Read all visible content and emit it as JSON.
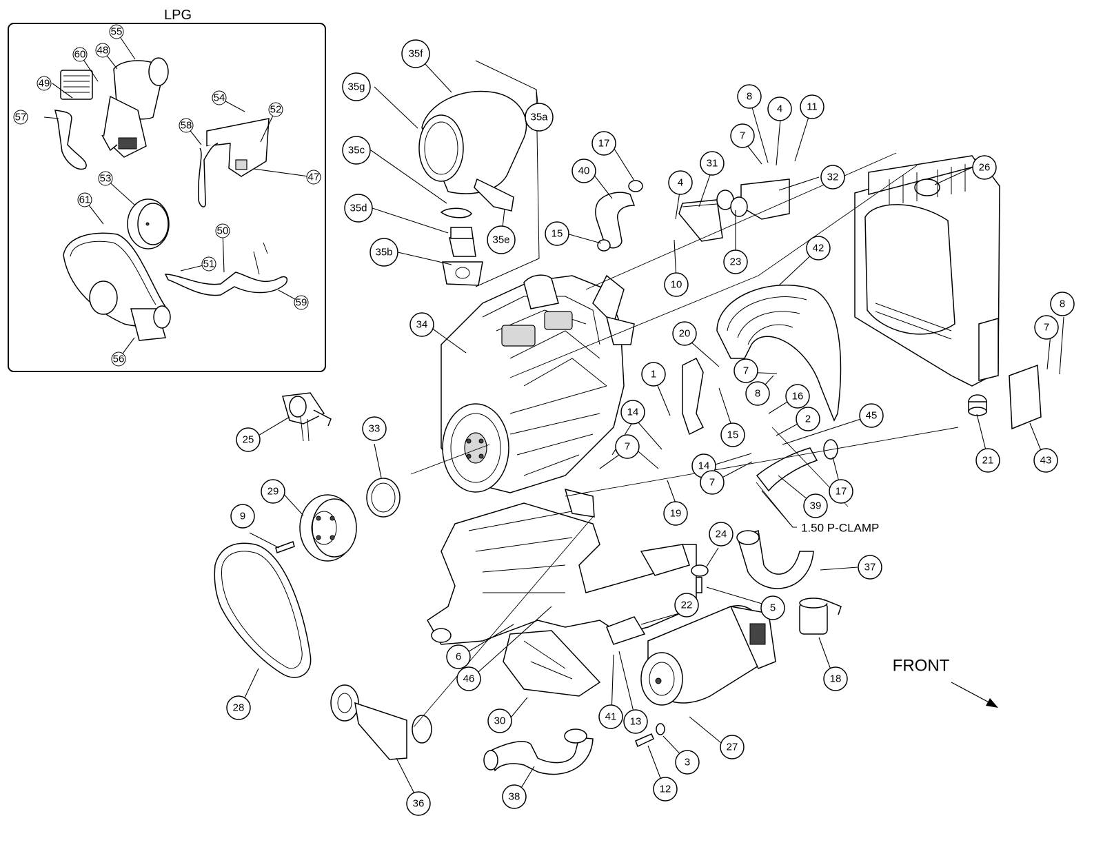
{
  "inset": {
    "title": "LPG"
  },
  "annotations": {
    "front": "FRONT",
    "clamp": "1.50 P-CLAMP"
  },
  "callouts": [
    {
      "label": "55"
    },
    {
      "label": "60"
    },
    {
      "label": "48"
    },
    {
      "label": "49"
    },
    {
      "label": "57"
    },
    {
      "label": "54"
    },
    {
      "label": "52"
    },
    {
      "label": "58"
    },
    {
      "label": "47"
    },
    {
      "label": "53"
    },
    {
      "label": "61"
    },
    {
      "label": "50"
    },
    {
      "label": "51"
    },
    {
      "label": "59"
    },
    {
      "label": "56"
    },
    {
      "label": "35f"
    },
    {
      "label": "35g"
    },
    {
      "label": "35a"
    },
    {
      "label": "35c"
    },
    {
      "label": "35d"
    },
    {
      "label": "35e"
    },
    {
      "label": "35b"
    },
    {
      "label": "17"
    },
    {
      "label": "40"
    },
    {
      "label": "4"
    },
    {
      "label": "31"
    },
    {
      "label": "8"
    },
    {
      "label": "7"
    },
    {
      "label": "4"
    },
    {
      "label": "11"
    },
    {
      "label": "32"
    },
    {
      "label": "26"
    },
    {
      "label": "15"
    },
    {
      "label": "23"
    },
    {
      "label": "10"
    },
    {
      "label": "42"
    },
    {
      "label": "34"
    },
    {
      "label": "20"
    },
    {
      "label": "1"
    },
    {
      "label": "7"
    },
    {
      "label": "8"
    },
    {
      "label": "16"
    },
    {
      "label": "15"
    },
    {
      "label": "2"
    },
    {
      "label": "45"
    },
    {
      "label": "8"
    },
    {
      "label": "7"
    },
    {
      "label": "21"
    },
    {
      "label": "43"
    },
    {
      "label": "25"
    },
    {
      "label": "33"
    },
    {
      "label": "14"
    },
    {
      "label": "7"
    },
    {
      "label": "14"
    },
    {
      "label": "7"
    },
    {
      "label": "39"
    },
    {
      "label": "17"
    },
    {
      "label": "29"
    },
    {
      "label": "9"
    },
    {
      "label": "19"
    },
    {
      "label": "24"
    },
    {
      "label": "37"
    },
    {
      "label": "5"
    },
    {
      "label": "22"
    },
    {
      "label": "6"
    },
    {
      "label": "46"
    },
    {
      "label": "18"
    },
    {
      "label": "28"
    },
    {
      "label": "30"
    },
    {
      "label": "41"
    },
    {
      "label": "13"
    },
    {
      "label": "27"
    },
    {
      "label": "3"
    },
    {
      "label": "12"
    },
    {
      "label": "36"
    },
    {
      "label": "38"
    }
  ]
}
